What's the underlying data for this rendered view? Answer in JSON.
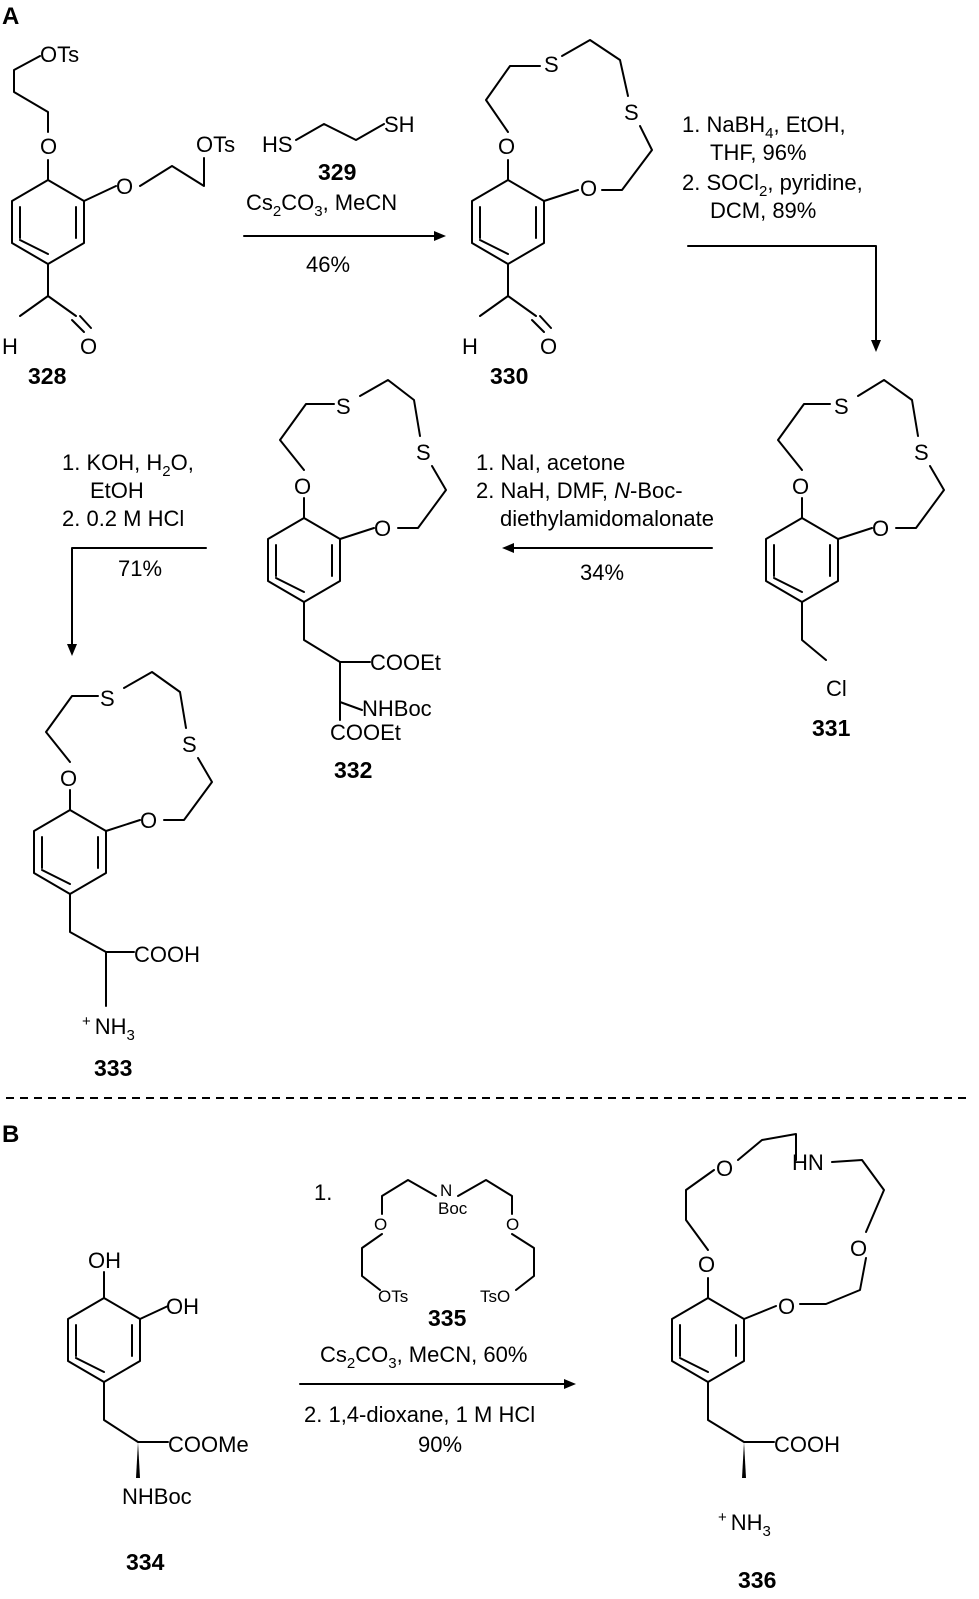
{
  "panels": {
    "a": "A",
    "b": "B"
  },
  "compounds": {
    "c328": "328",
    "c329": "329",
    "c330": "330",
    "c331": "331",
    "c332": "332",
    "c333": "333",
    "c334": "334",
    "c335": "335",
    "c336": "336"
  },
  "atoms": {
    "OTs": "OTs",
    "O": "O",
    "H": "H",
    "S": "S",
    "Cl": "Cl",
    "HS": "HS",
    "SH": "SH",
    "N": "N",
    "Boc": "Boc",
    "Ts": "Ts",
    "TsO": "TsO",
    "HN": "HN",
    "OH": "OH",
    "COOEt": "COOEt",
    "NHBoc": "NHBoc",
    "COOH": "COOH",
    "COOMe": "COOMe",
    "plus": "+",
    "NH": "NH",
    "three": "3"
  },
  "steps": {
    "s1": {
      "reagent_a": "Cs",
      "reagent_b": "2",
      "reagent_c": "CO",
      "reagent_d": "3",
      "reagent_e": ", MeCN",
      "yield": "46%"
    },
    "s2": {
      "l1a": "1. NaBH",
      "l1b": "4",
      "l1c": ", EtOH,",
      "l2": "THF, 96%",
      "l3a": "2. SOCl",
      "l3b": "2",
      "l3c": ", pyridine,",
      "l4": "DCM, 89%"
    },
    "s3": {
      "l1": "1. NaI, acetone",
      "l2a": "2. NaH, DMF, ",
      "l2b": "N",
      "l2c": "-Boc-",
      "l3": "diethylamidomalonate",
      "yield": "34%"
    },
    "s4": {
      "l1a": "1. KOH, H",
      "l1b": "2",
      "l1c": "O,",
      "l2": "EtOH",
      "l3": "2. 0.2 M HCl",
      "yield": "71%"
    },
    "s5": {
      "step1": "1.",
      "l2a": "Cs",
      "l2b": "2",
      "l2c": "CO",
      "l2d": "3",
      "l2e": ", MeCN, 60%",
      "l3": "2. 1,4-dioxane, 1 M HCl",
      "yield": "90%"
    }
  }
}
